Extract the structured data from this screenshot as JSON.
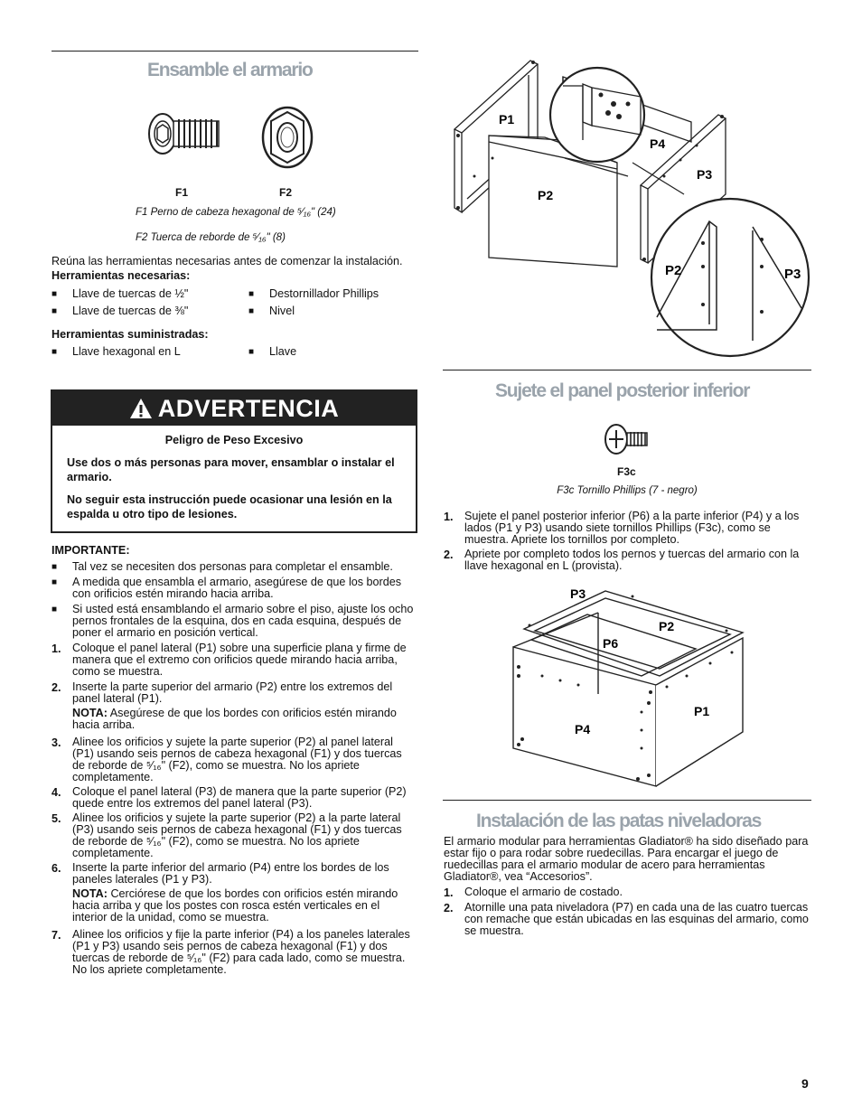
{
  "page_number": "9",
  "section1": {
    "title": "Ensamble el armario",
    "fastener_labels": [
      "F1",
      "F2"
    ],
    "captions": [
      "F1  Perno de cabeza hexagonal de ⁵⁄₁₆\" (24)",
      "F2  Tuerca de reborde de ⁵⁄₁₆\" (8)"
    ],
    "intro": "Reúna las herramientas necesarias antes de comenzar la instalación.",
    "tools_needed_heading": "Herramientas necesarias:",
    "tools_needed": [
      "Llave de tuercas de ½\"",
      "Destornillador Phillips",
      "Llave de tuercas de ⅜\"",
      "Nivel"
    ],
    "tools_supplied_heading": "Herramientas suministradas:",
    "tools_supplied": [
      "Llave hexagonal en L",
      "Llave"
    ]
  },
  "warning": {
    "title": "ADVERTENCIA",
    "subtitle": "Peligro de Peso Excesivo",
    "line1": "Use dos o más personas para mover, ensamblar o instalar el armario.",
    "line2": "No seguir esta instrucción puede ocasionar una lesión en la espalda u otro tipo de lesiones."
  },
  "important": {
    "heading": "IMPORTANTE:",
    "bullets": [
      "Tal vez se necesiten dos personas para completar el ensamble.",
      "A medida que ensambla el armario, asegúrese de que los bordes con orificios estén mirando hacia arriba.",
      "Si usted está ensamblando el armario sobre el piso, ajuste los ocho pernos frontales de la esquina, dos en cada esquina, después de poner el armario en posición vertical."
    ],
    "steps": [
      {
        "n": "1.",
        "text": "Coloque el panel lateral (P1) sobre una superficie plana y firme de manera que el extremo con orificios quede mirando hacia arriba, como se muestra.",
        "note_label": "",
        "note": ""
      },
      {
        "n": "2.",
        "text": "Inserte la parte superior del armario (P2) entre los extremos del panel lateral (P1).",
        "note_label": "NOTA:",
        "note": "Asegúrese de que los bordes con orificios estén mirando hacia arriba."
      },
      {
        "n": "3.",
        "text": "Alinee los orificios y sujete la parte superior (P2) al panel lateral (P1) usando seis pernos de cabeza hexagonal (F1) y dos tuercas de reborde de ⁵⁄₁₆\" (F2), como se muestra. No los apriete completamente.",
        "note_label": "",
        "note": ""
      },
      {
        "n": "4.",
        "text": "Coloque el panel lateral (P3) de manera que la parte superior (P2) quede entre los extremos del panel lateral (P3).",
        "note_label": "",
        "note": ""
      },
      {
        "n": "5.",
        "text": "Alinee los orificios y sujete la parte superior (P2) a la parte lateral (P3) usando seis pernos de cabeza hexagonal (F1) y dos tuercas de reborde de ⁵⁄₁₆\" (F2), como se muestra. No los apriete completamente.",
        "note_label": "",
        "note": ""
      },
      {
        "n": "6.",
        "text": "Inserte la parte inferior del armario (P4) entre los bordes de los paneles laterales (P1 y P3).",
        "note_label": "NOTA:",
        "note": "Cerciórese de que los bordes con orificios estén mirando hacia arriba y que los postes con rosca estén verticales en el interior de la unidad, como se muestra."
      },
      {
        "n": "7.",
        "text": "Alinee los orificios y fije la parte inferior (P4) a los paneles laterales (P1 y P3) usando seis pernos de cabeza hexagonal (F1) y dos tuercas de reborde de ⁵⁄₁₆\" (F2) para cada lado, como se muestra. No los apriete completamente.",
        "note_label": "",
        "note": ""
      }
    ]
  },
  "figure1_labels": {
    "p1": "P1",
    "p2": "P2",
    "p3": "P3",
    "p4": "P4",
    "zoom_p2": "P2",
    "zoom_p3": "P3"
  },
  "section2": {
    "title": "Sujete el panel posterior inferior",
    "fastener_label": "F3c",
    "caption": "F3c Tornillo Phillips (7 - negro)",
    "steps": [
      {
        "n": "1.",
        "text": "Sujete el panel posterior inferior (P6) a la parte inferior (P4) y a los lados (P1 y P3) usando siete tornillos Phillips (F3c), como se muestra. Apriete los tornillos por completo."
      },
      {
        "n": "2.",
        "text": "Apriete por completo todos los pernos y tuercas del armario con la llave hexagonal en L (provista)."
      }
    ]
  },
  "figure2_labels": {
    "p3": "P3",
    "p2": "P2",
    "p6": "P6",
    "p1": "P1",
    "p4": "P4"
  },
  "section3": {
    "title": "Instalación de las patas niveladoras",
    "intro": "El armario modular para herramientas Gladiator® ha sido diseñado para estar fijo o para rodar sobre ruedecillas. Para encargar el juego de ruedecillas para el armario modular de acero para herramientas Gladiator®, vea “Accesorios”.",
    "steps": [
      {
        "n": "1.",
        "text": "Coloque el armario de costado."
      },
      {
        "n": "2.",
        "text": "Atornille una pata niveladora (P7) en cada una de las cuatro tuercas con remache que están ubicadas en las esquinas del armario, como se muestra."
      }
    ]
  }
}
